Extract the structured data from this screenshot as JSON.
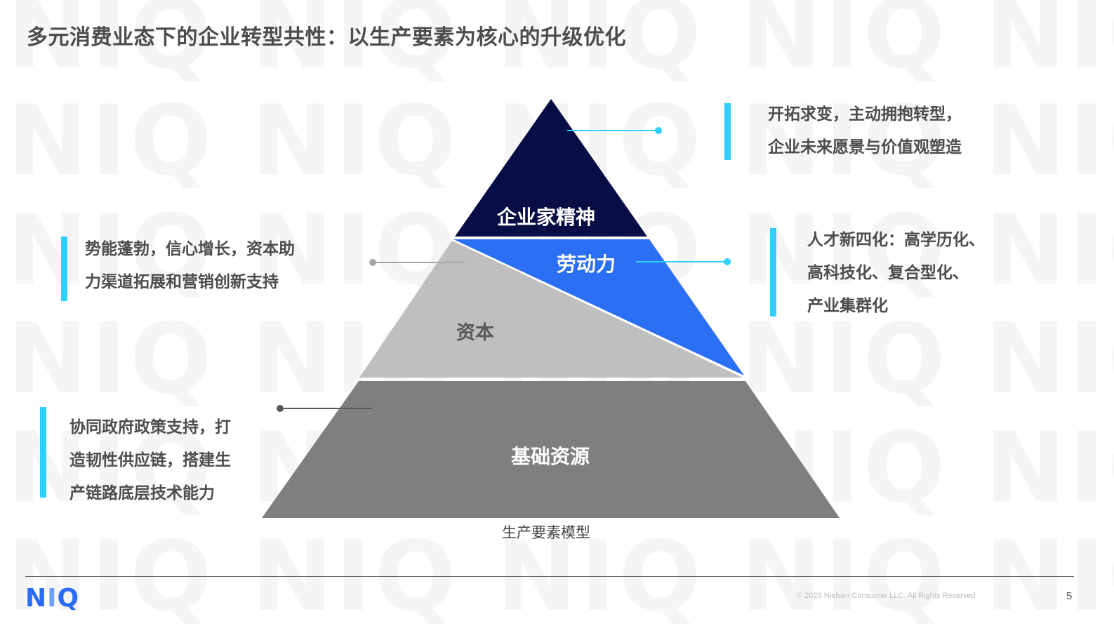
{
  "title": "多元消费业态下的企业转型共性：以生产要素为核心的升级优化",
  "watermark": {
    "text": "NIQ"
  },
  "pyramid": {
    "caption": "生产要素模型",
    "layers": [
      {
        "name": "企业家精神",
        "color": "#070d45",
        "text_color": "#ffffff"
      },
      {
        "name": "劳动力",
        "color": "#2b6ff5",
        "text_color": "#ffffff"
      },
      {
        "name": "资本",
        "color": "#bfbfbf",
        "text_color": "#595959"
      },
      {
        "name": "基础资源",
        "color": "#7f7f7f",
        "text_color": "#ffffff"
      }
    ]
  },
  "annotations": {
    "entrepreneurship": {
      "lines": [
        "开拓求变，主动拥抱转型，",
        "企业未来愿景与价值观塑造"
      ]
    },
    "labor": {
      "lines": [
        "人才新四化：高学历化、",
        "高科技化、复合型化、",
        "产业集群化"
      ]
    },
    "capital": {
      "lines": [
        "势能蓬勃，信心增长，资本助",
        "力渠道拓展和营销创新支持"
      ]
    },
    "resources": {
      "lines": [
        "协同政府政策支持，打",
        "造韧性供应链，搭建生",
        "产链路底层技术能力"
      ]
    }
  },
  "colors": {
    "accent_bar": "#2ed0ff",
    "connector_cyan": "#2ed0ff",
    "connector_gray": "#a6a6a6",
    "connector_dark": "#595959"
  },
  "footer": {
    "logo": {
      "n": "N",
      "i": "I",
      "q": "Q"
    },
    "copyright": "© 2023 Nielsen Consumer LLC. All Rights Reserved.",
    "page_number": "5"
  }
}
